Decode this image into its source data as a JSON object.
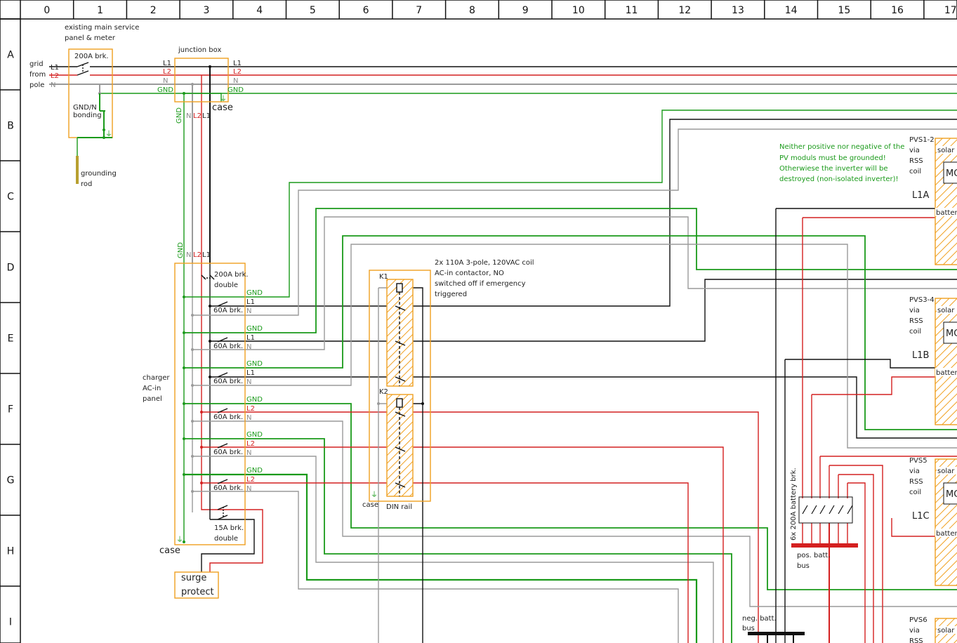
{
  "colors": {
    "black": "#111111",
    "red": "#d42020",
    "green": "#1a9a1a",
    "gray": "#9a9a9a",
    "orange": "#f0a020",
    "olive": "#b8a030"
  },
  "ruler": {
    "columns": [
      "0",
      "1",
      "2",
      "3",
      "4",
      "5",
      "6",
      "7",
      "8",
      "9",
      "10",
      "11",
      "12",
      "13",
      "14",
      "15",
      "16",
      "17"
    ],
    "rows": [
      "A",
      "B",
      "C",
      "D",
      "E",
      "F",
      "G",
      "H",
      "I"
    ]
  },
  "main_panel": {
    "title_line1": "existing main service",
    "title_line2": "panel & meter",
    "breaker": "200A brk.",
    "bond_line1": "GND/N",
    "bond_line2": "bonding",
    "grid_line1": "grid",
    "grid_line2": "from",
    "grid_line3": "pole",
    "l1": "L1",
    "l2": "L2",
    "n": "N",
    "rod_line1": "grounding",
    "rod_line2": "rod"
  },
  "junction_box": {
    "title": "junction box",
    "l1": "L1",
    "l2": "L2",
    "n": "N",
    "gnd": "GND",
    "case": "case"
  },
  "charger_panel": {
    "title_line1": "charger",
    "title_line2": "AC-in",
    "title_line3": "panel",
    "main_breaker_line1": "200A brk.",
    "main_breaker_line2": "double",
    "small_breaker_line1": "15A brk.",
    "small_breaker_line2": "double",
    "case": "case",
    "breakers": [
      {
        "label": "60A brk.",
        "phase": "L1",
        "gnd": "GND",
        "n": "N"
      },
      {
        "label": "60A brk.",
        "phase": "L1",
        "gnd": "GND",
        "n": "N"
      },
      {
        "label": "60A brk.",
        "phase": "L1",
        "gnd": "GND",
        "n": "N"
      },
      {
        "label": "60A brk.",
        "phase": "L2",
        "gnd": "GND",
        "n": "N"
      },
      {
        "label": "60A brk.",
        "phase": "L2",
        "gnd": "GND",
        "n": "N"
      },
      {
        "label": "60A brk.",
        "phase": "L2",
        "gnd": "GND",
        "n": "N"
      }
    ],
    "vertical_labels": {
      "gnd": "GND",
      "n": "N",
      "l2": "L2",
      "l1": "L1"
    }
  },
  "surge": {
    "line1": "surge",
    "line2": "protect"
  },
  "contactor": {
    "note_line1": "2x 110A 3-pole, 120VAC coil",
    "note_line2": "AC-in contactor, NO",
    "note_line3": "switched off if emergency",
    "note_line4": "triggered",
    "k1": "K1",
    "k2": "K2",
    "case": "case",
    "rail": "DIN rail"
  },
  "warning": {
    "line1": "Neither positive nor negative of the",
    "line2": "PV moduls must be grounded!",
    "line3": "Otherwiese the inverter will be",
    "line4": "destroyed (non-isolated inverter)!"
  },
  "inverters": [
    {
      "pvs": "PVS1-2",
      "via": "via",
      "rss": "RSS",
      "coil": "coil",
      "name": "L1A",
      "solar": "solar",
      "mc": "MC",
      "battery": "battery"
    },
    {
      "pvs": "PVS3-4",
      "via": "via",
      "rss": "RSS",
      "coil": "coil",
      "name": "L1B",
      "solar": "solar",
      "mc": "MC",
      "battery": "battery"
    },
    {
      "pvs": "PVS5",
      "via": "via",
      "rss": "RSS",
      "coil": "coil",
      "name": "L1C",
      "solar": "solar",
      "mc": "MC",
      "battery": "battery"
    },
    {
      "pvs": "PVS6",
      "via": "via",
      "rss": "RSS",
      "solar": "solar"
    }
  ],
  "battery": {
    "breaker_label": "6x 200A battery brk.",
    "pos_line1": "pos. batt.",
    "pos_line2": "bus",
    "neg_line1": "neg. batt.",
    "neg_line2": "bus"
  }
}
